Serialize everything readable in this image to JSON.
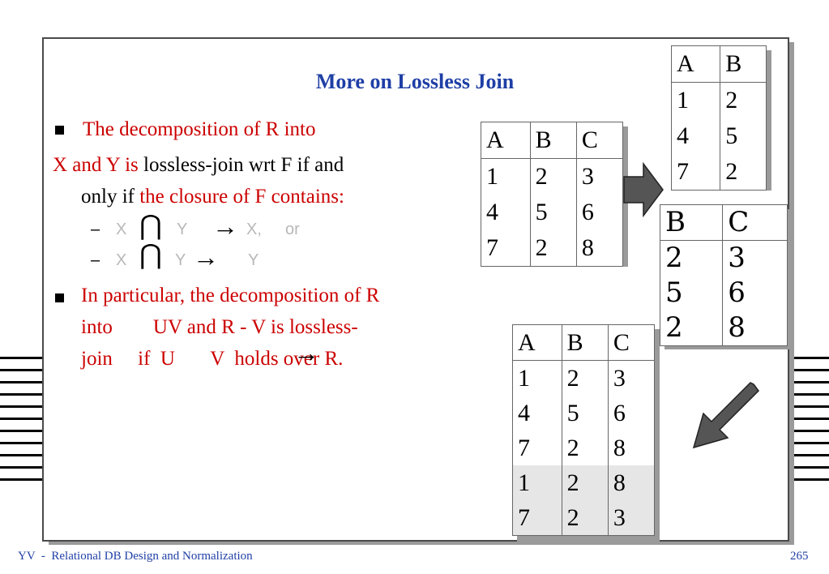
{
  "title": "More on Lossless Join",
  "bullets": [
    {
      "text": "The decomposition of R into"
    },
    {
      "l1_red": "X and Y is",
      "l1_blk": "lossless-join wrt F  if and",
      "l2_blk": "only if",
      "l2_red": "the closure of F contains:"
    }
  ],
  "subitems": [
    {
      "dash": "–",
      "x": "X",
      "y": "Y",
      "result": "X,",
      "or": "or"
    },
    {
      "dash": "–",
      "x": "X",
      "y": "Y",
      "result": "Y"
    }
  ],
  "symbols": {
    "intersection": "⋂",
    "arrow": "→"
  },
  "bullet2": {
    "line1": "In particular, the decomposition of R",
    "line2": "into        UV and R - V is lossless-",
    "line3": "join     if  U       V  holds over R."
  },
  "table_r": {
    "headers": [
      "A",
      "B",
      "C"
    ],
    "rows": [
      [
        "1",
        "2",
        "3"
      ],
      [
        "4",
        "5",
        "6"
      ],
      [
        "7",
        "2",
        "8"
      ]
    ]
  },
  "table_ab": {
    "headers": [
      "A",
      "B"
    ],
    "rows": [
      [
        "1",
        "2"
      ],
      [
        "4",
        "5"
      ],
      [
        "7",
        "2"
      ]
    ]
  },
  "table_bc": {
    "headers": [
      "B",
      "C"
    ],
    "rows": [
      [
        "2",
        "3"
      ],
      [
        "5",
        "6"
      ],
      [
        "2",
        "8"
      ]
    ]
  },
  "table_join": {
    "headers": [
      "A",
      "B",
      "C"
    ],
    "rows": [
      [
        "1",
        "2",
        "3"
      ],
      [
        "4",
        "5",
        "6"
      ],
      [
        "7",
        "2",
        "8"
      ],
      [
        "1",
        "2",
        "8"
      ],
      [
        "7",
        "2",
        "3"
      ]
    ]
  },
  "footer": {
    "left": "YV  -  Relational DB Design and Normalization",
    "page": "265"
  },
  "colors": {
    "title": "#1f3fa6",
    "red_text": "#cc0000",
    "arrow_fill": "#555555",
    "shaded_row": "#e6e6e6"
  }
}
